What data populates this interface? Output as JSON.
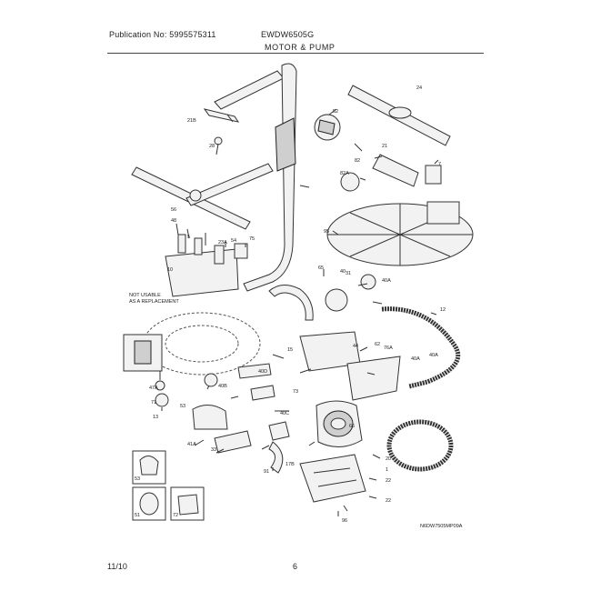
{
  "header": {
    "publication": "Publication No: 5995575311",
    "model": "EWDW6505G",
    "section": "MOTOR & PUMP"
  },
  "footer": {
    "date": "11/10",
    "page": "6"
  },
  "diagram": {
    "note_line1": "NOT USABLE",
    "note_line2": "AS A REPLACEMENT",
    "figure_code": "N6DW7505MP09A",
    "part_labels": {
      "p1": "24",
      "p2": "21B",
      "p3": "28",
      "p4": "52",
      "p5": "82",
      "p6": "21",
      "p7": "82A",
      "p8": "7",
      "p9": "95",
      "p10": "56",
      "p11": "48",
      "p12": "10",
      "p13": "5",
      "p14": "23A",
      "p15": "54",
      "p16": "75",
      "p17": "40A",
      "p18": "12",
      "p19": "65",
      "p20": "31",
      "p21": "40A",
      "p22": "40D",
      "p23": "40B",
      "p24": "40C",
      "p25": "73",
      "p26": "15",
      "p27": "47A",
      "p28": "71",
      "p29": "13",
      "p30": "53",
      "p31": "33",
      "p32": "41A",
      "p33": "91",
      "p34": "17B",
      "p35": "20",
      "p36": "22",
      "p37": "1",
      "p38": "53",
      "p39": "51",
      "p40": "72",
      "p41": "44",
      "p42": "40",
      "p43": "62",
      "p44": "66",
      "p45": "22",
      "p46": "96",
      "p47": "76A",
      "p48": "40A"
    }
  }
}
